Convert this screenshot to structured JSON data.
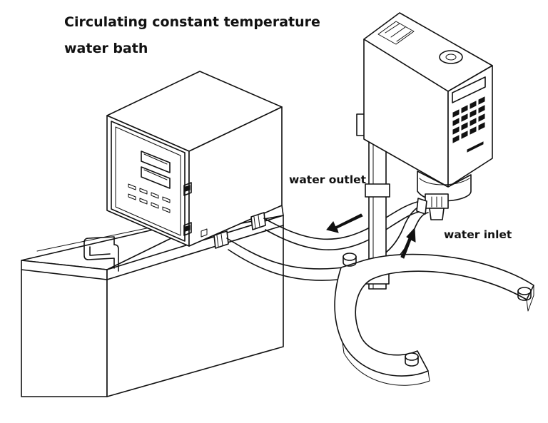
{
  "title_lines": [
    "Circulating constant temperature",
    "water bath"
  ],
  "labels": {
    "water_outlet": "water outlet",
    "water_inlet": "water inlet"
  }
}
